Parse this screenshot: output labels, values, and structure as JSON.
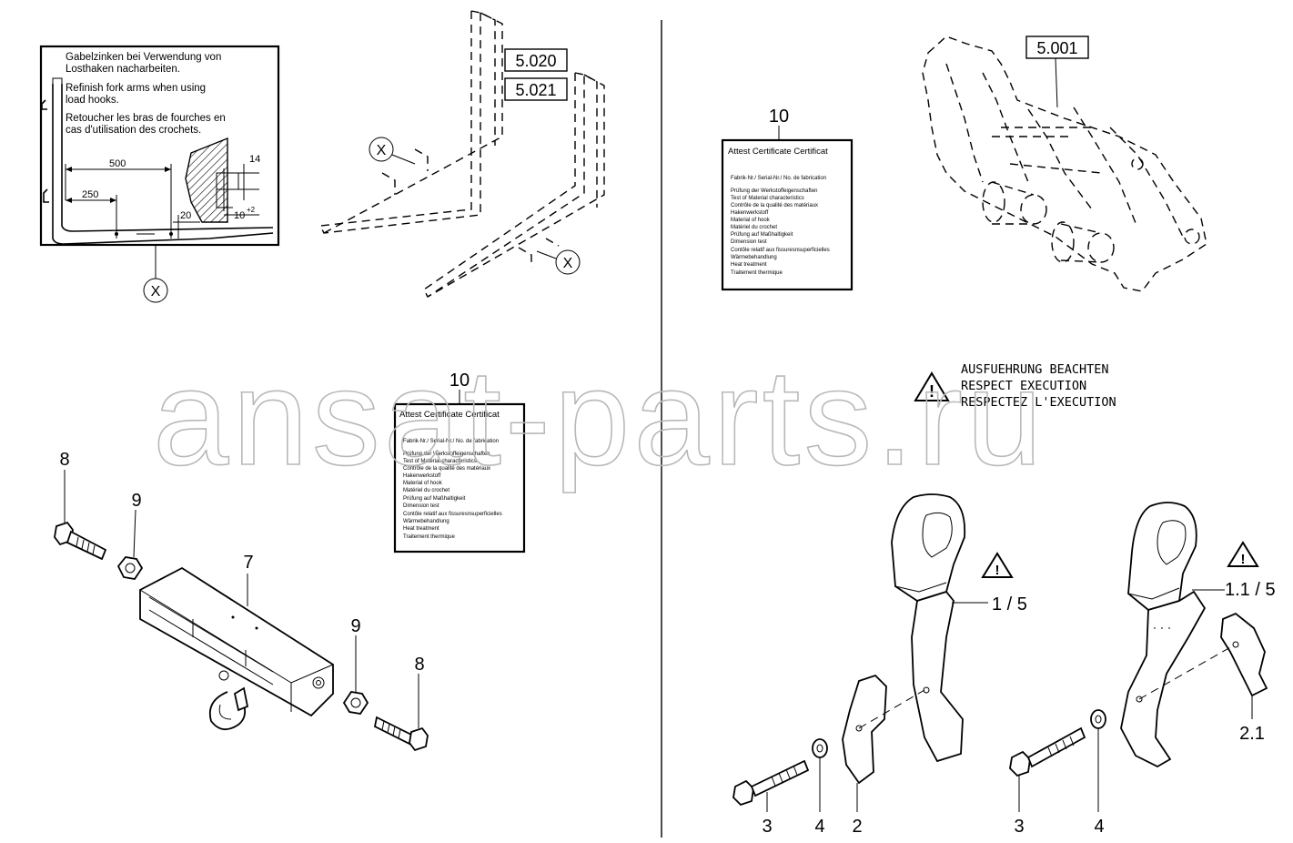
{
  "notice_panel": {
    "text_de_1": "Gabelzinken bei Verwendung von",
    "text_de_2": "Losthaken nacharbeiten.",
    "text_en_1": "Refinish fork arms when using",
    "text_en_2": "load hooks.",
    "text_fr_1": "Retoucher les bras de fourches en",
    "text_fr_2": "cas d'utilisation des crochets.",
    "dim_500": "500",
    "dim_250": "250",
    "dim_20": "20",
    "dim_14": "14",
    "dim_10": "10",
    "dim_10_tol": "+2",
    "detail_ref": "X"
  },
  "forks": {
    "part_a": "5.020",
    "part_b": "5.021",
    "detail_ref": "X"
  },
  "certificate": {
    "callout": "10",
    "title": "Attest  Certificate  Certificat",
    "lines": [
      "Fabrik-Nr./ Serial-Nr./ No. de fabrication",
      "Prüfung der Werkstoffeigenschaften",
      "Test of Material characteristics",
      "Contrôle de la qualité des matériaux",
      "Hakenwerkstoff",
      "Material of hook",
      "Matériel du crochet",
      "Prüfung auf Maßhaltigkeit",
      "Dimension test",
      "Contôle relatif aux fissuresnsuperficielles",
      "Wärmebehandlung",
      "Heat treatment",
      "Traitement thermique"
    ]
  },
  "carriage": {
    "part": "5.001"
  },
  "warning": {
    "line_de": "AUSFUEHRUNG BEACHTEN",
    "line_en": "RESPECT EXECUTION",
    "line_fr": "RESPECTEZ L'EXECUTION"
  },
  "hook_beam": {
    "callout_bolt_left": "8",
    "callout_nut_left": "9",
    "callout_beam": "7",
    "callout_nut_right": "9",
    "callout_bolt_right": "8"
  },
  "hook_left": {
    "label": "1 / 5",
    "bolt": "3",
    "washer": "4",
    "plate": "2"
  },
  "hook_right": {
    "label": "1.1 / 5",
    "bolt": "3",
    "washer": "4",
    "plate": "2.1"
  },
  "watermark": "ansat-parts.ru"
}
